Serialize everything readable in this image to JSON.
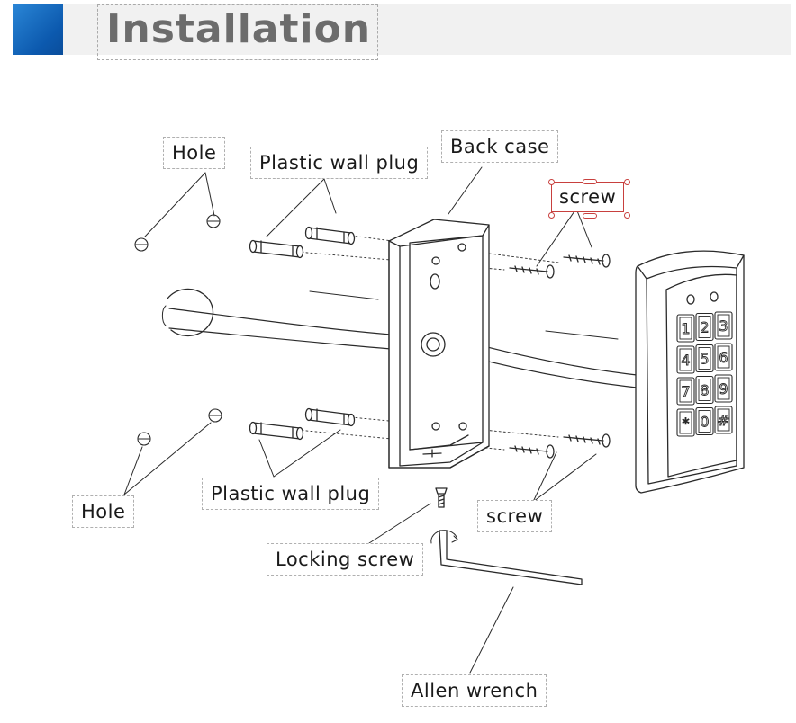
{
  "header": {
    "title": "Installation",
    "accent_color": "#0c59ae"
  },
  "labels": {
    "hole_top": "Hole",
    "plug_top": "Plastic wall plug",
    "back_case": "Back case",
    "screw_top": "screw",
    "hole_bottom": "Hole",
    "plug_bottom": "Plastic wall plug",
    "screw_bottom": "screw",
    "locking_screw": "Locking screw",
    "allen_wrench": "Allen wrench"
  },
  "keypad": {
    "keys": [
      "1",
      "2",
      "3",
      "4",
      "5",
      "6",
      "7",
      "8",
      "9",
      "*",
      "0",
      "#"
    ]
  },
  "selection_color": "#c8403e"
}
